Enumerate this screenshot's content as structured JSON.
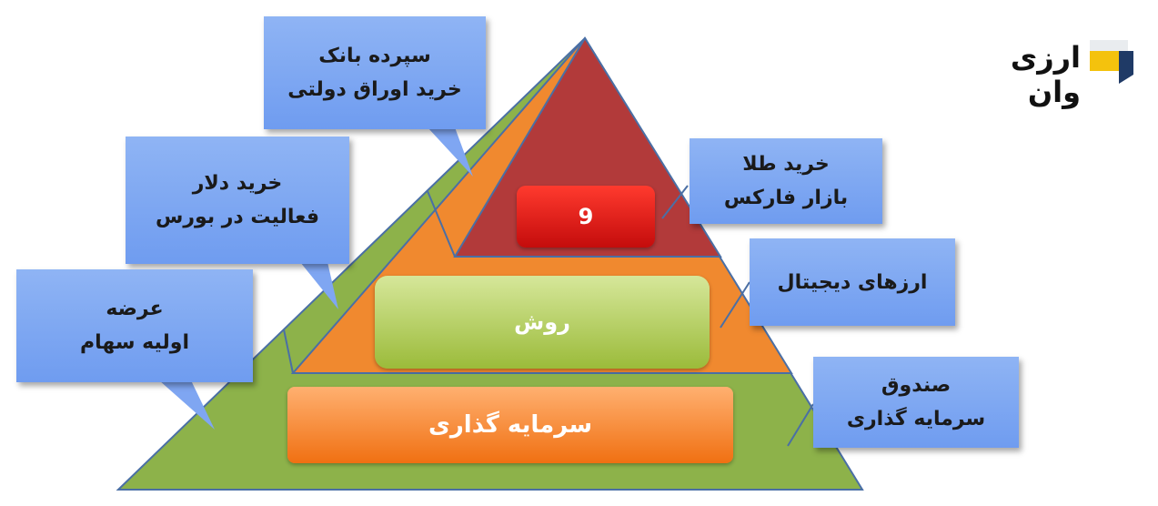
{
  "logo": {
    "text": "ارزی وان"
  },
  "pyramid": {
    "top_label": "9",
    "middle_label": "روش",
    "bottom_label": "سرمایه گذاری"
  },
  "callouts": {
    "top_left": {
      "line1": "سپرده بانک",
      "line2": "خرید اوراق دولتی"
    },
    "mid_left": {
      "line1": "خرید دلار",
      "line2": "فعالیت در بورس"
    },
    "low_left": {
      "line1": "عرضه",
      "line2": "اولیه سهام"
    },
    "top_right": {
      "line1": "خرید طلا",
      "line2": "بازار فارکس"
    },
    "mid_right": {
      "line1": "ارزهای دیجیتال"
    },
    "low_right": {
      "line1": "صندوق",
      "line2": "سرمایه گذاری"
    }
  },
  "colors": {
    "outer_green": "#8db24a",
    "middle_orange": "#f0892f",
    "top_red": "#b23a3a",
    "callout_blue": "#7fa6f2",
    "logo_yellow": "#f4c20d",
    "logo_navy": "#1f3a66"
  }
}
